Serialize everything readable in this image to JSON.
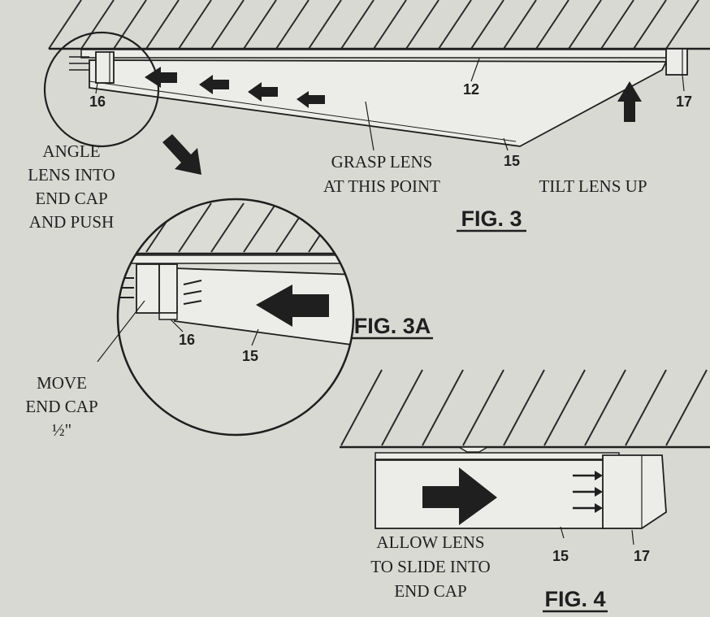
{
  "colors": {
    "paper": "#d9d9d4",
    "ink": "#1f1f1f",
    "lens": "#ecece8"
  },
  "fig3": {
    "title": "FIG. 3",
    "labels": {
      "angle_lens": [
        "ANGLE",
        "LENS INTO",
        "END CAP",
        "AND PUSH"
      ],
      "grasp_lens": [
        "GRASP LENS",
        "AT THIS POINT"
      ],
      "tilt_lens": "TILT LENS UP"
    },
    "callouts": {
      "end_cap_left": "16",
      "channel": "12",
      "lens": "15",
      "end_cap_right": "17"
    }
  },
  "fig3a": {
    "title": "FIG. 3A",
    "labels": {
      "move_end_cap": [
        "MOVE",
        "END CAP",
        "½\""
      ]
    },
    "callouts": {
      "end_cap": "16",
      "lens": "15"
    }
  },
  "fig4": {
    "title": "FIG. 4",
    "labels": {
      "allow_lens": [
        "ALLOW LENS",
        "TO SLIDE INTO",
        "END CAP"
      ]
    },
    "callouts": {
      "lens": "15",
      "end_cap": "17"
    }
  }
}
